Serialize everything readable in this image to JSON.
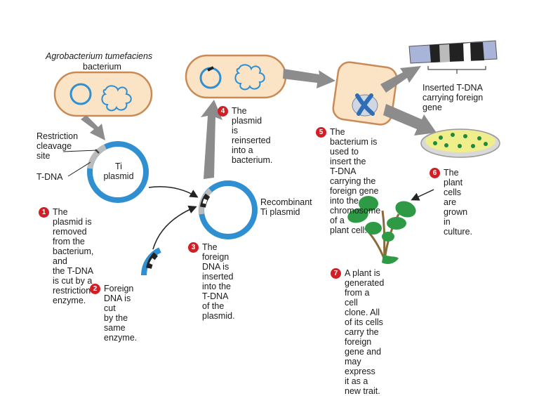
{
  "labels": {
    "species": "Agrobacterium tumefaciens",
    "bacterium": "bacterium",
    "restriction_site": "Restriction\ncleavage\nsite",
    "t_dna": "T-DNA",
    "ti_plasmid": "Ti\nplasmid",
    "recombinant": "Recombinant\nTi plasmid",
    "inserted_tdna": "Inserted T-DNA\ncarrying foreign\ngene"
  },
  "steps": [
    {
      "num": "1",
      "text": "The plasmid is removed\nfrom the bacterium, and\nthe T-DNA is cut by a\nrestriction enzyme."
    },
    {
      "num": "2",
      "text": "Foreign DNA is cut\nby the same enzyme."
    },
    {
      "num": "3",
      "text": "The foreign DNA is\ninserted into the T-DNA\nof the plasmid."
    },
    {
      "num": "4",
      "text": "The plasmid\nis reinserted\ninto a bacterium."
    },
    {
      "num": "5",
      "text": "The bacterium is\nused to insert the\nT-DNA carrying the\nforeign gene into the\nchromosome of a\nplant cell."
    },
    {
      "num": "6",
      "text": "The plant cells\nare grown in\nculture."
    },
    {
      "num": "7",
      "text": "A plant is generated from a cell\nclone. All of its cells carry the\nforeign gene and may express\nit as a new trait."
    }
  ],
  "colors": {
    "plasmid": "#2f8fd0",
    "cell_fill": "#fbe3c6",
    "cell_edge": "#c98a55",
    "chromosome": "#2f6db5",
    "arrow_gray": "#8c8c8c",
    "badge": "#d21f26",
    "leaf": "#2f9a45",
    "dish_agar": "#efee8a",
    "colony": "#1f8a3e"
  }
}
